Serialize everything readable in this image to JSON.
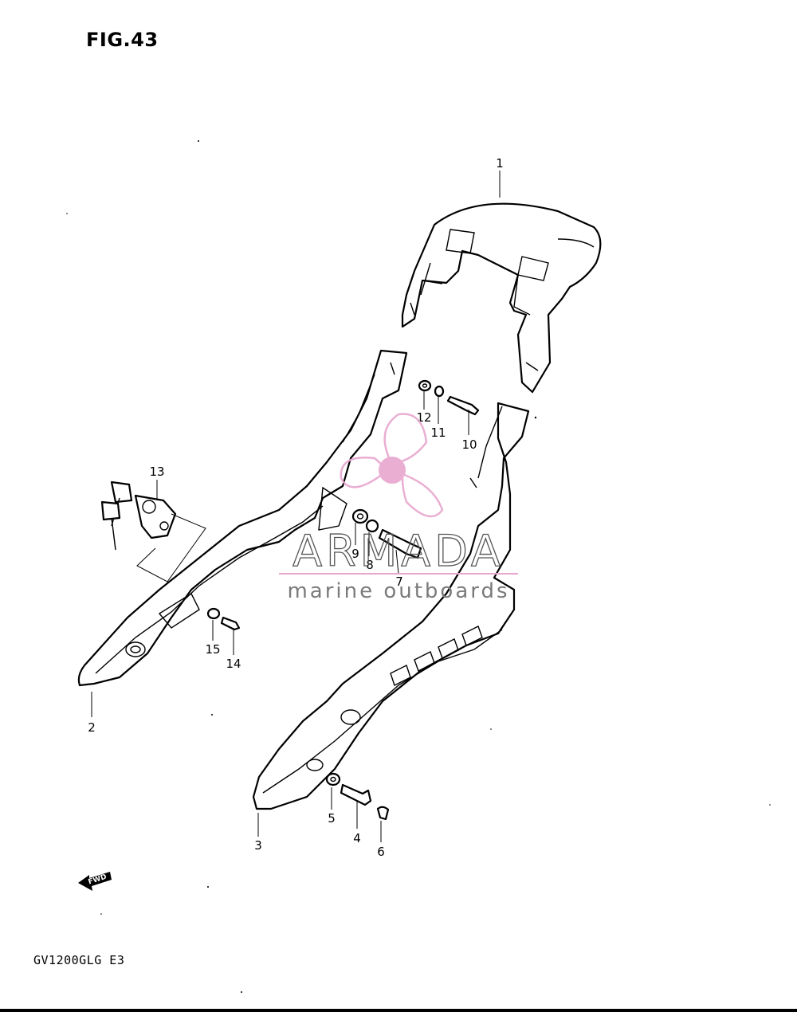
{
  "figure": {
    "title": "FIG.43",
    "model_code": "GV1200GLG  E3"
  },
  "watermark": {
    "brand": "ARMADA",
    "tagline": "marine outboards",
    "accent_color": "#e8a6cf"
  },
  "fwd_label": "FWD",
  "callouts": [
    {
      "id": "1",
      "label": "1"
    },
    {
      "id": "2",
      "label": "2"
    },
    {
      "id": "3",
      "label": "3"
    },
    {
      "id": "4",
      "label": "4"
    },
    {
      "id": "5",
      "label": "5"
    },
    {
      "id": "6",
      "label": "6"
    },
    {
      "id": "7",
      "label": "7"
    },
    {
      "id": "8",
      "label": "8"
    },
    {
      "id": "9",
      "label": "9"
    },
    {
      "id": "10",
      "label": "10"
    },
    {
      "id": "11",
      "label": "11"
    },
    {
      "id": "12",
      "label": "12"
    },
    {
      "id": "13",
      "label": "13"
    },
    {
      "id": "14",
      "label": "14"
    },
    {
      "id": "15",
      "label": "15"
    }
  ]
}
